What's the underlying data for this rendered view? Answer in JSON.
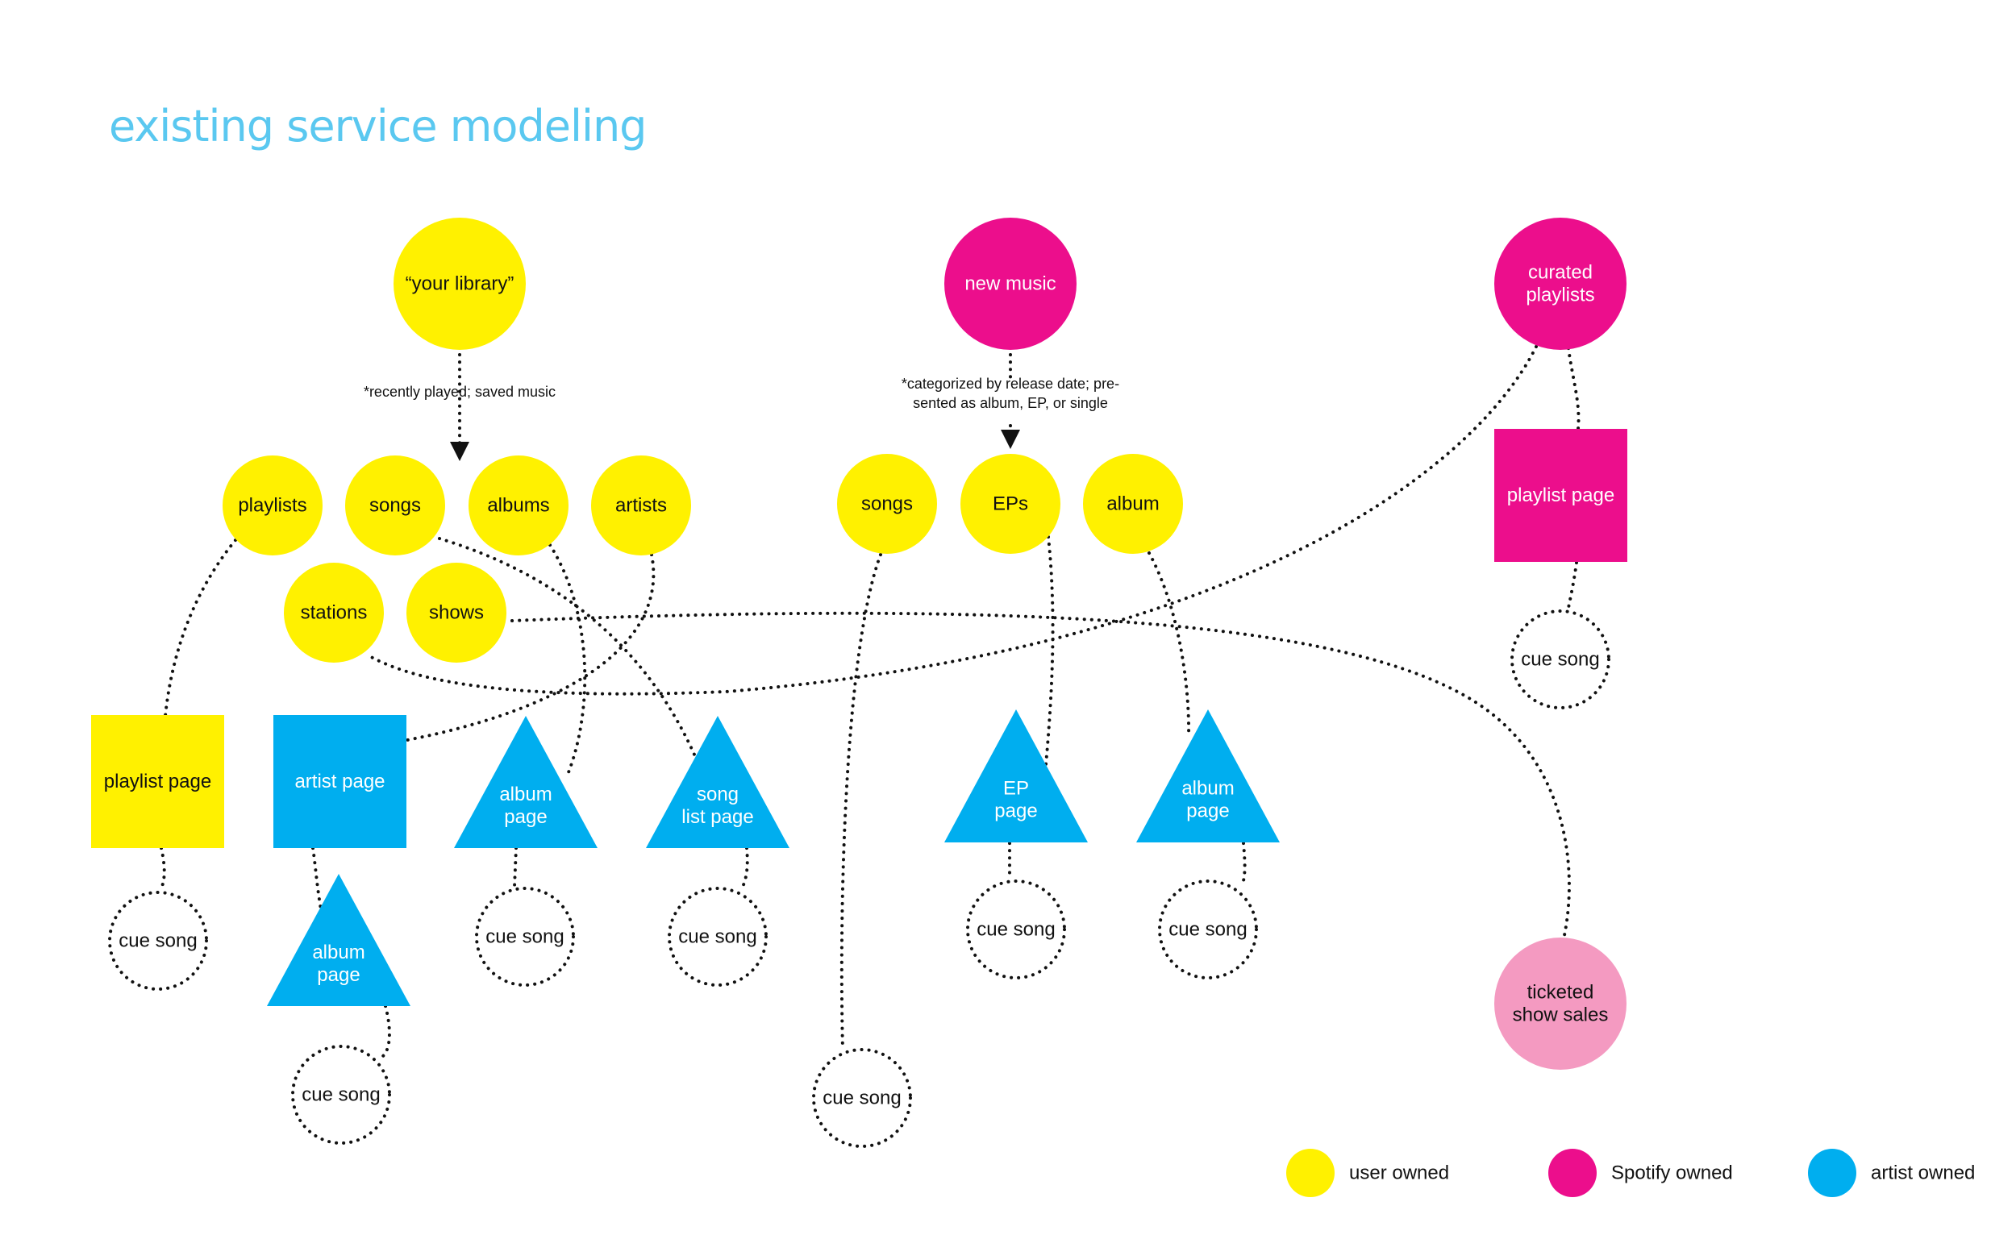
{
  "title": "existing service modeling",
  "colors": {
    "user_owned": "#fff100",
    "spotify_owned": "#ec0e8c",
    "artist_owned": "#00aeef",
    "ticketed": "#f49ac1",
    "title": "#5ac8f0"
  },
  "notes": {
    "library": [
      "*recently played; saved music"
    ],
    "new_music": [
      "*categorized by release date; pre-",
      "sented as album, EP, or single"
    ]
  },
  "legend": [
    {
      "key": "user",
      "label": "user owned",
      "color": "user_owned"
    },
    {
      "key": "spotify",
      "label": "Spotify owned",
      "color": "spotify_owned"
    },
    {
      "key": "artist",
      "label": "artist owned",
      "color": "artist_owned"
    }
  ],
  "nodes": [
    {
      "id": "your-library",
      "shape": "circle",
      "color": "user_owned",
      "lines": [
        "“your library”"
      ]
    },
    {
      "id": "new-music",
      "shape": "circle",
      "color": "spotify_owned",
      "lines": [
        "new music"
      ]
    },
    {
      "id": "curated-playlists",
      "shape": "circle",
      "color": "spotify_owned",
      "lines": [
        "curated",
        "playlists"
      ]
    },
    {
      "id": "lib-playlists",
      "shape": "circle",
      "color": "user_owned",
      "lines": [
        "playlists"
      ]
    },
    {
      "id": "lib-songs",
      "shape": "circle",
      "color": "user_owned",
      "lines": [
        "songs"
      ]
    },
    {
      "id": "lib-albums",
      "shape": "circle",
      "color": "user_owned",
      "lines": [
        "albums"
      ]
    },
    {
      "id": "lib-artists",
      "shape": "circle",
      "color": "user_owned",
      "lines": [
        "artists"
      ]
    },
    {
      "id": "lib-stations",
      "shape": "circle",
      "color": "user_owned",
      "lines": [
        "stations"
      ]
    },
    {
      "id": "lib-shows",
      "shape": "circle",
      "color": "user_owned",
      "lines": [
        "shows"
      ]
    },
    {
      "id": "nm-songs",
      "shape": "circle",
      "color": "user_owned",
      "lines": [
        "songs"
      ]
    },
    {
      "id": "nm-eps",
      "shape": "circle",
      "color": "user_owned",
      "lines": [
        "EPs"
      ]
    },
    {
      "id": "nm-album",
      "shape": "circle",
      "color": "user_owned",
      "lines": [
        "album"
      ]
    },
    {
      "id": "playlist-page-spotify",
      "shape": "square",
      "color": "spotify_owned",
      "lines": [
        "playlist page"
      ]
    },
    {
      "id": "playlist-page-user",
      "shape": "square",
      "color": "user_owned",
      "lines": [
        "playlist page"
      ]
    },
    {
      "id": "artist-page",
      "shape": "square",
      "color": "artist_owned",
      "lines": [
        "artist page"
      ]
    },
    {
      "id": "album-page-1",
      "shape": "triangle",
      "color": "artist_owned",
      "lines": [
        "album",
        "page"
      ]
    },
    {
      "id": "song-list-page",
      "shape": "triangle",
      "color": "artist_owned",
      "lines": [
        "song",
        "list page"
      ]
    },
    {
      "id": "ep-page",
      "shape": "triangle",
      "color": "artist_owned",
      "lines": [
        "EP",
        "page"
      ]
    },
    {
      "id": "album-page-2",
      "shape": "triangle",
      "color": "artist_owned",
      "lines": [
        "album",
        "page"
      ]
    },
    {
      "id": "album-page-3",
      "shape": "triangle",
      "color": "artist_owned",
      "lines": [
        "album",
        "page"
      ]
    },
    {
      "id": "ticketed-show-sales",
      "shape": "circle",
      "color": "ticketed",
      "lines": [
        "ticketed",
        "show sales"
      ]
    },
    {
      "id": "cue-song-1",
      "shape": "cue",
      "lines": [
        "cue song"
      ]
    },
    {
      "id": "cue-song-2",
      "shape": "cue",
      "lines": [
        "cue song"
      ]
    },
    {
      "id": "cue-song-3",
      "shape": "cue",
      "lines": [
        "cue song"
      ]
    },
    {
      "id": "cue-song-4",
      "shape": "cue",
      "lines": [
        "cue song"
      ]
    },
    {
      "id": "cue-song-5",
      "shape": "cue",
      "lines": [
        "cue song"
      ]
    },
    {
      "id": "cue-song-6",
      "shape": "cue",
      "lines": [
        "cue song"
      ]
    },
    {
      "id": "cue-song-7",
      "shape": "cue",
      "lines": [
        "cue song"
      ]
    },
    {
      "id": "cue-song-8",
      "shape": "cue",
      "lines": [
        "cue song"
      ]
    },
    {
      "id": "cue-song-9",
      "shape": "cue",
      "lines": [
        "cue song"
      ]
    }
  ],
  "edges": [
    {
      "from": "your-library",
      "to": "lib-songs",
      "arrow": true
    },
    {
      "from": "new-music",
      "to": "nm-eps",
      "arrow": true
    },
    {
      "from": "curated-playlists",
      "to": "playlist-page-spotify"
    },
    {
      "from": "curated-playlists",
      "to": "lib-stations"
    },
    {
      "from": "playlist-page-spotify",
      "to": "cue-song-1"
    },
    {
      "from": "lib-playlists",
      "to": "playlist-page-user"
    },
    {
      "from": "playlist-page-user",
      "to": "cue-song-2"
    },
    {
      "from": "lib-artists",
      "to": "artist-page"
    },
    {
      "from": "artist-page",
      "to": "album-page-3"
    },
    {
      "from": "album-page-3",
      "to": "cue-song-3"
    },
    {
      "from": "lib-albums",
      "to": "album-page-1"
    },
    {
      "from": "album-page-1",
      "to": "cue-song-4"
    },
    {
      "from": "lib-songs",
      "to": "song-list-page"
    },
    {
      "from": "song-list-page",
      "to": "cue-song-5"
    },
    {
      "from": "lib-shows",
      "to": "ticketed-show-sales"
    },
    {
      "from": "nm-songs",
      "to": "cue-song-6"
    },
    {
      "from": "nm-eps",
      "to": "ep-page"
    },
    {
      "from": "ep-page",
      "to": "cue-song-7"
    },
    {
      "from": "nm-album",
      "to": "album-page-2"
    },
    {
      "from": "album-page-2",
      "to": "cue-song-8"
    }
  ]
}
